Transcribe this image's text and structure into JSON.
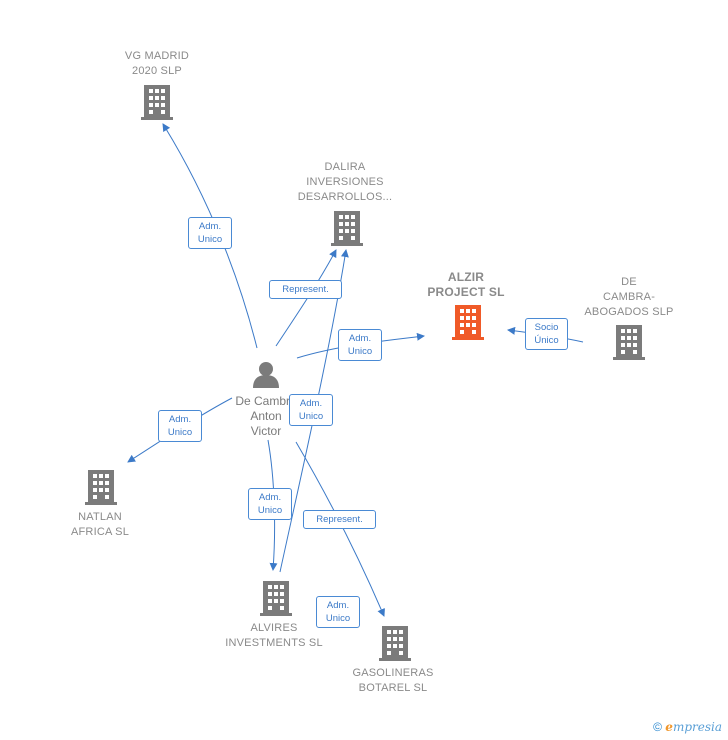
{
  "nodes": {
    "vg_madrid": {
      "label": [
        "VG MADRID",
        "2020  SLP"
      ]
    },
    "dalira": {
      "label": [
        "DALIRA",
        "INVERSIONES",
        "DESARROLLOS..."
      ]
    },
    "alzir": {
      "label": [
        "ALZIR",
        "PROJECT  SL"
      ]
    },
    "de_cambra_abogados": {
      "label": [
        "DE",
        "CAMBRA-",
        "ABOGADOS SLP"
      ]
    },
    "natlan": {
      "label": [
        "NATLAN",
        "AFRICA  SL"
      ]
    },
    "alvires": {
      "label": [
        "ALVIRES",
        "INVESTMENTS SL"
      ]
    },
    "gasolineras": {
      "label": [
        "GASOLINERAS",
        "BOTAREL SL"
      ]
    },
    "person": {
      "label": [
        "De Cambra",
        "Anton",
        "Victor"
      ]
    }
  },
  "edges": {
    "vg_madrid": [
      "Adm.",
      "Unico"
    ],
    "dalira": [
      "Represent."
    ],
    "alzir": [
      "Adm.",
      "Unico"
    ],
    "socio": [
      "Socio",
      "Único"
    ],
    "natlan": [
      "Adm.",
      "Unico"
    ],
    "alvires_adm": [
      "Adm.",
      "Unico"
    ],
    "alvires_dalira": [
      "Adm.",
      "Unico"
    ],
    "gasolineras_rep": [
      "Represent."
    ],
    "gasolineras_adm": [
      "Adm.",
      "Unico"
    ]
  },
  "colors": {
    "building": "#7b7b7b",
    "focus_building": "#f05a28",
    "edge": "#3c7ac8",
    "person": "#7b7b7b"
  },
  "footer": {
    "copyright": "©",
    "brand_initial": "e",
    "brand_rest": "mpresia"
  }
}
